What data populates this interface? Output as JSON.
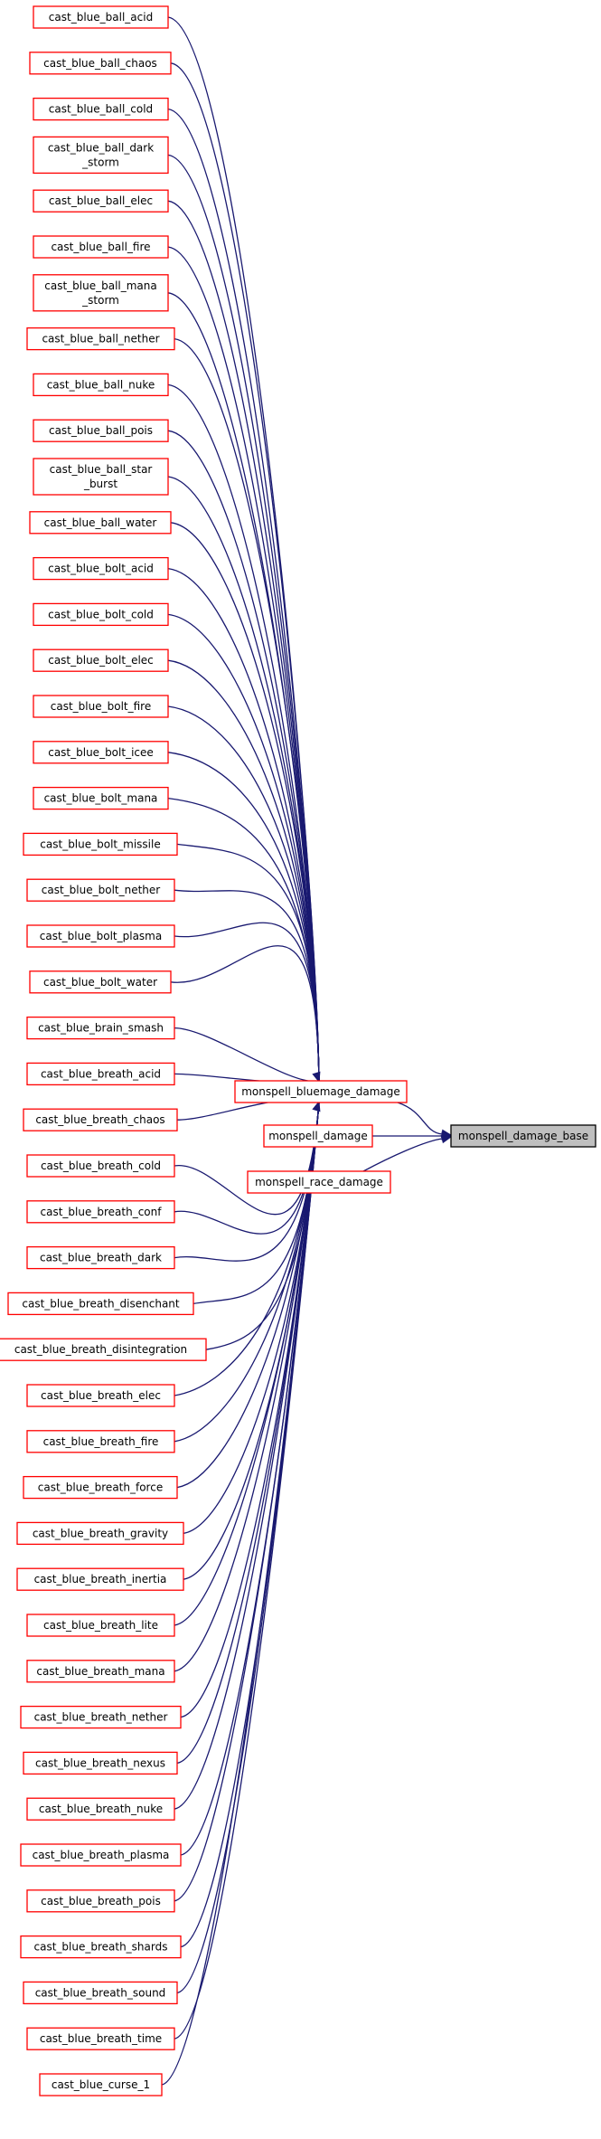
{
  "diagram": {
    "colors": {
      "node_border": "#ff0000",
      "target_fill": "#bfbfbf",
      "target_border": "#000000",
      "edge": "#191970"
    },
    "hub": {
      "id": "monspell_bluemage_damage",
      "lines": [
        "monspell_bluemage_damage"
      ]
    },
    "target": {
      "id": "monspell_damage_base",
      "lines": [
        "monspell_damage_base"
      ]
    },
    "direct_callers": [
      {
        "id": "monspell_damage",
        "lines": [
          "monspell_damage"
        ]
      },
      {
        "id": "monspell_race_damage",
        "lines": [
          "monspell_race_damage"
        ]
      }
    ],
    "callers": [
      {
        "id": "cast_blue_ball_acid",
        "lines": [
          "cast_blue_ball_acid"
        ]
      },
      {
        "id": "cast_blue_ball_chaos",
        "lines": [
          "cast_blue_ball_chaos"
        ]
      },
      {
        "id": "cast_blue_ball_cold",
        "lines": [
          "cast_blue_ball_cold"
        ]
      },
      {
        "id": "cast_blue_ball_dark_storm",
        "lines": [
          "cast_blue_ball_dark",
          "_storm"
        ]
      },
      {
        "id": "cast_blue_ball_elec",
        "lines": [
          "cast_blue_ball_elec"
        ]
      },
      {
        "id": "cast_blue_ball_fire",
        "lines": [
          "cast_blue_ball_fire"
        ]
      },
      {
        "id": "cast_blue_ball_mana_storm",
        "lines": [
          "cast_blue_ball_mana",
          "_storm"
        ]
      },
      {
        "id": "cast_blue_ball_nether",
        "lines": [
          "cast_blue_ball_nether"
        ]
      },
      {
        "id": "cast_blue_ball_nuke",
        "lines": [
          "cast_blue_ball_nuke"
        ]
      },
      {
        "id": "cast_blue_ball_pois",
        "lines": [
          "cast_blue_ball_pois"
        ]
      },
      {
        "id": "cast_blue_ball_star_burst",
        "lines": [
          "cast_blue_ball_star",
          "_burst"
        ]
      },
      {
        "id": "cast_blue_ball_water",
        "lines": [
          "cast_blue_ball_water"
        ]
      },
      {
        "id": "cast_blue_bolt_acid",
        "lines": [
          "cast_blue_bolt_acid"
        ]
      },
      {
        "id": "cast_blue_bolt_cold",
        "lines": [
          "cast_blue_bolt_cold"
        ]
      },
      {
        "id": "cast_blue_bolt_elec",
        "lines": [
          "cast_blue_bolt_elec"
        ]
      },
      {
        "id": "cast_blue_bolt_fire",
        "lines": [
          "cast_blue_bolt_fire"
        ]
      },
      {
        "id": "cast_blue_bolt_icee",
        "lines": [
          "cast_blue_bolt_icee"
        ]
      },
      {
        "id": "cast_blue_bolt_mana",
        "lines": [
          "cast_blue_bolt_mana"
        ]
      },
      {
        "id": "cast_blue_bolt_missile",
        "lines": [
          "cast_blue_bolt_missile"
        ]
      },
      {
        "id": "cast_blue_bolt_nether",
        "lines": [
          "cast_blue_bolt_nether"
        ]
      },
      {
        "id": "cast_blue_bolt_plasma",
        "lines": [
          "cast_blue_bolt_plasma"
        ]
      },
      {
        "id": "cast_blue_bolt_water",
        "lines": [
          "cast_blue_bolt_water"
        ]
      },
      {
        "id": "cast_blue_brain_smash",
        "lines": [
          "cast_blue_brain_smash"
        ]
      },
      {
        "id": "cast_blue_breath_acid",
        "lines": [
          "cast_blue_breath_acid"
        ]
      },
      {
        "id": "cast_blue_breath_chaos",
        "lines": [
          "cast_blue_breath_chaos"
        ]
      },
      {
        "id": "cast_blue_breath_cold",
        "lines": [
          "cast_blue_breath_cold"
        ]
      },
      {
        "id": "cast_blue_breath_conf",
        "lines": [
          "cast_blue_breath_conf"
        ]
      },
      {
        "id": "cast_blue_breath_dark",
        "lines": [
          "cast_blue_breath_dark"
        ]
      },
      {
        "id": "cast_blue_breath_disenchant",
        "lines": [
          "cast_blue_breath_disenchant"
        ]
      },
      {
        "id": "cast_blue_breath_disintegration",
        "lines": [
          "cast_blue_breath_disintegration"
        ]
      },
      {
        "id": "cast_blue_breath_elec",
        "lines": [
          "cast_blue_breath_elec"
        ]
      },
      {
        "id": "cast_blue_breath_fire",
        "lines": [
          "cast_blue_breath_fire"
        ]
      },
      {
        "id": "cast_blue_breath_force",
        "lines": [
          "cast_blue_breath_force"
        ]
      },
      {
        "id": "cast_blue_breath_gravity",
        "lines": [
          "cast_blue_breath_gravity"
        ]
      },
      {
        "id": "cast_blue_breath_inertia",
        "lines": [
          "cast_blue_breath_inertia"
        ]
      },
      {
        "id": "cast_blue_breath_lite",
        "lines": [
          "cast_blue_breath_lite"
        ]
      },
      {
        "id": "cast_blue_breath_mana",
        "lines": [
          "cast_blue_breath_mana"
        ]
      },
      {
        "id": "cast_blue_breath_nether",
        "lines": [
          "cast_blue_breath_nether"
        ]
      },
      {
        "id": "cast_blue_breath_nexus",
        "lines": [
          "cast_blue_breath_nexus"
        ]
      },
      {
        "id": "cast_blue_breath_nuke",
        "lines": [
          "cast_blue_breath_nuke"
        ]
      },
      {
        "id": "cast_blue_breath_plasma",
        "lines": [
          "cast_blue_breath_plasma"
        ]
      },
      {
        "id": "cast_blue_breath_pois",
        "lines": [
          "cast_blue_breath_pois"
        ]
      },
      {
        "id": "cast_blue_breath_shards",
        "lines": [
          "cast_blue_breath_shards"
        ]
      },
      {
        "id": "cast_blue_breath_sound",
        "lines": [
          "cast_blue_breath_sound"
        ]
      },
      {
        "id": "cast_blue_breath_time",
        "lines": [
          "cast_blue_breath_time"
        ]
      },
      {
        "id": "cast_blue_curse_1",
        "lines": [
          "cast_blue_curse_1"
        ]
      }
    ]
  }
}
